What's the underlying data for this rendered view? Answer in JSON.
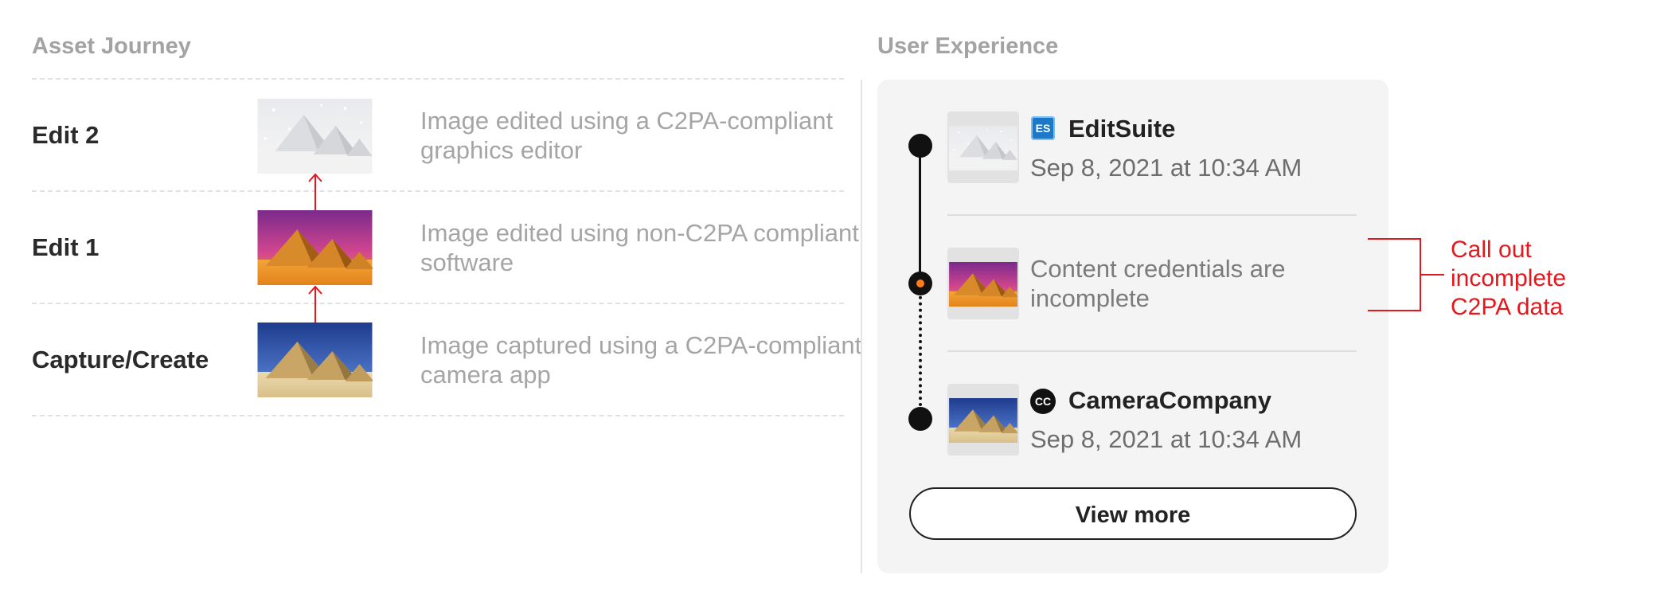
{
  "asset_journey": {
    "title": "Asset Journey",
    "rows": [
      {
        "label": "Edit 2",
        "description": "Image edited using a C2PA-compliant graphics editor",
        "thumbnail": "pyramids-snow"
      },
      {
        "label": "Edit 1",
        "description": "Image edited using non-C2PA compliant software",
        "thumbnail": "pyramids-purple-sky"
      },
      {
        "label": "Capture/Create",
        "description": "Image captured using a C2PA-compliant camera app",
        "thumbnail": "pyramids-blue-sky"
      }
    ],
    "arrow_color": "#e6171c"
  },
  "user_experience": {
    "title": "User Experience",
    "entries": [
      {
        "app_icon": "editsuite-icon",
        "app_icon_text": "ES",
        "name": "EditSuite",
        "date": "Sep 8, 2021 at 10:34 AM"
      },
      {
        "message": "Content credentials are incomplete",
        "node_color": "#ff7a1a"
      },
      {
        "app_icon": "cameracompany-icon",
        "app_icon_text": "CC",
        "name": "CameraCompany",
        "date": "Sep 8, 2021 at 10:34 AM"
      }
    ],
    "view_more_label": "View more"
  },
  "callout": {
    "lines": [
      "Call out",
      "incomplete",
      "C2PA data"
    ],
    "color": "#e6171c"
  }
}
